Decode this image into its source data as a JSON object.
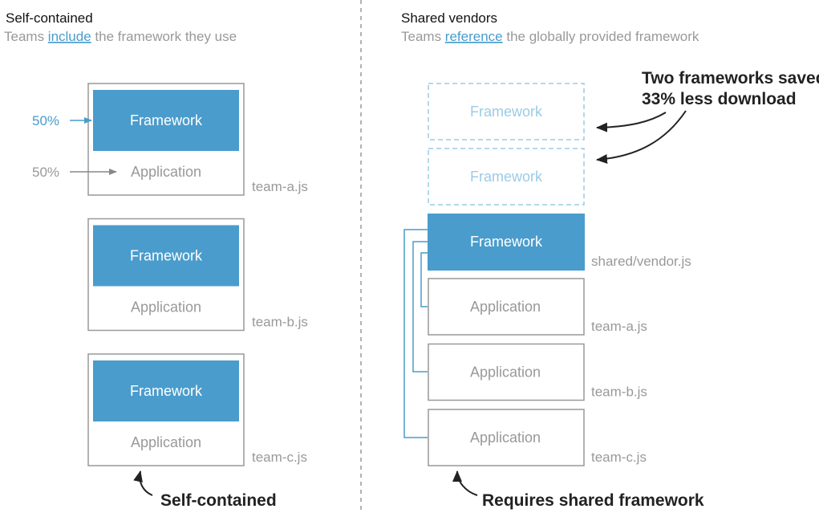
{
  "colors": {
    "framework": "#4a9ccc",
    "ghost_border": "#9ccbe6",
    "box_border": "#999999",
    "connector": "#4a9ccc"
  },
  "left": {
    "title": "Self-contained",
    "subtitle_pre": "Teams ",
    "subtitle_link": "include",
    "subtitle_post": " the framework they use",
    "bundles": [
      {
        "framework": "Framework",
        "application": "Application",
        "file": "team-a.js"
      },
      {
        "framework": "Framework",
        "application": "Application",
        "file": "team-b.js"
      },
      {
        "framework": "Framework",
        "application": "Application",
        "file": "team-c.js"
      }
    ],
    "framework_share": "50%",
    "application_share": "50%",
    "callout": "Self-contained"
  },
  "right": {
    "title": "Shared vendors",
    "subtitle_pre": "Teams ",
    "subtitle_link": "reference",
    "subtitle_post": " the globally provided framework",
    "saved_frameworks": [
      "Framework",
      "Framework"
    ],
    "shared_framework": "Framework",
    "shared_file": "shared/vendor.js",
    "apps": [
      {
        "application": "Application",
        "file": "team-a.js"
      },
      {
        "application": "Application",
        "file": "team-b.js"
      },
      {
        "application": "Application",
        "file": "team-c.js"
      }
    ],
    "callout_line1": "Two frameworks saved",
    "callout_line2": "33% less download",
    "bottom_callout": "Requires shared framework"
  }
}
